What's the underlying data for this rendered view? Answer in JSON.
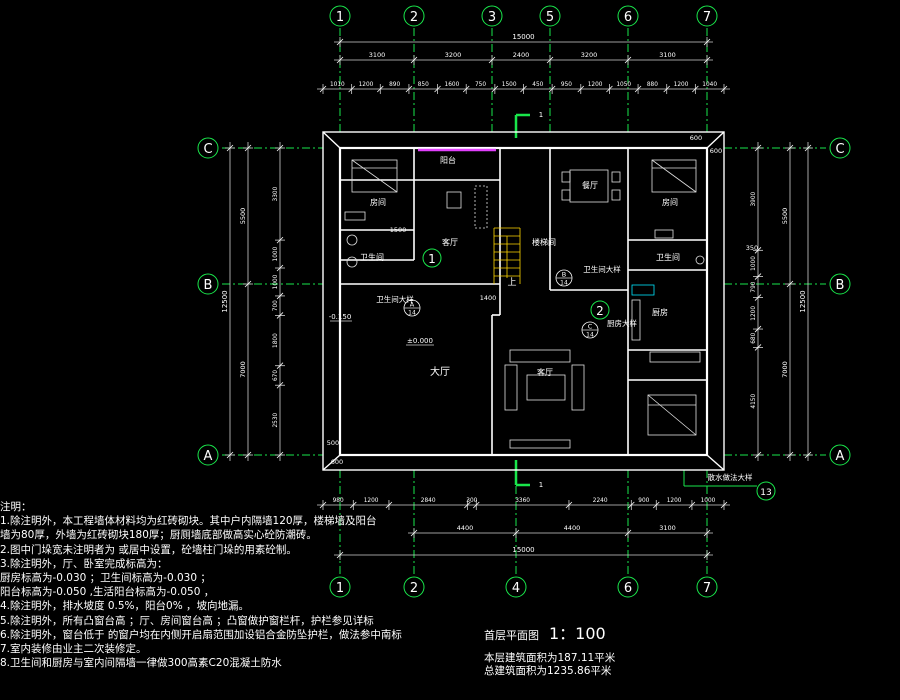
{
  "drawing": {
    "axes_top": [
      "1",
      "2",
      "3",
      "5",
      "6",
      "7"
    ],
    "axes_bottom": [
      "1",
      "2",
      "4",
      "6",
      "7"
    ],
    "axes_left": [
      "C",
      "B",
      "A"
    ],
    "axes_right": [
      "C",
      "B",
      "A"
    ],
    "dims_top_overall": "15000",
    "dims_top_axes": [
      "3100",
      "3200",
      "2400",
      "3200",
      "3100"
    ],
    "dims_top_detail": [
      "1010",
      "1200",
      "890",
      "850",
      "1600",
      "750",
      "1500",
      "450",
      "950",
      "1200",
      "1050",
      "880",
      "1200",
      "1040"
    ],
    "dims_bottom_detail": [
      "980",
      "1200",
      "2840",
      "300",
      "3360",
      "2240",
      "900",
      "1200",
      "1000"
    ],
    "dims_bottom_axes": [
      "4400",
      "4400",
      "3100"
    ],
    "dims_bottom_overall": "15000",
    "dims_left_total": "12500",
    "dims_left_axes": [
      "5500",
      "7000"
    ],
    "dims_left_detail": [
      "3300",
      "1000",
      "1000",
      "700",
      "1800",
      "670",
      "2530"
    ],
    "dims_right_total": "12500",
    "dims_right_axes": [
      "5500",
      "7000"
    ],
    "dims_right_detail": [
      "3900",
      "1000",
      "790",
      "1200",
      "680",
      "4150"
    ],
    "small_dims": [
      "600",
      "600",
      "500",
      "600",
      "1400",
      "1500",
      "350"
    ],
    "levels": [
      "-0.150",
      "±0.000"
    ],
    "section_marks": [
      "1",
      "1"
    ],
    "index_circles": [
      "1",
      "2",
      "13"
    ],
    "detail_refs": [
      {
        "top": "A",
        "bottom": "14"
      },
      {
        "top": "B",
        "bottom": "14"
      },
      {
        "top": "C",
        "bottom": "14"
      }
    ],
    "rooms": {
      "bedroom_left": "房间",
      "balcony": "阳台",
      "living_room": "客厅",
      "stairwell": "楼梯间",
      "dining": "餐厅",
      "bedroom_right": "房间",
      "bath_left": "卫生间",
      "bath_right": "卫生间",
      "shaft_left": "卫生间大样",
      "shaft_right": "卫生间大样",
      "kitchen": "厨房",
      "kitchen_detail": "厨房大样",
      "hall": "大厅",
      "parlor": "客厅",
      "stair_up": "上",
      "drain_detail": "散水做法大样"
    }
  },
  "notes": {
    "title": "注明：",
    "lines": [
      "1.除注明外，本工程墙体材料均为红砖砌块。其中户内隔墙120厚，楼梯墙及阳台",
      "   墙为80厚，外墙为红砖砌块180厚；厨厕墙底部做高实心砼防潮砖。",
      "2.图中门垛宽未注明者为    或居中设置，砼墙柱门垛的用素砼制。",
      "3.除注明外，厅、卧室完成标高为：",
      "   厨房标高为-0.030 ；卫生间标高为-0.030 ；",
      "   阳台标高为-0.050 ,生活阳台标高为-0.050 ，",
      "4.除注明外，排水坡度 0.5%，阳台0%  ，坡向地漏。",
      "5.除注明外，所有凸窗台高  ；厅、房间窗台高  ；凸窗做护窗栏杆，护栏参见详标",
      "6.除注明外，窗台低于   的窗户均在内侧开启扇范围加设铝合金防坠护栏，做法参中南标",
      "7.室内装修由业主二次装修定。",
      "8.卫生间和厨房与室内间隔墙一律做300高素C20混凝土防水"
    ]
  },
  "title_block": {
    "title": "首层平面图",
    "scale": "1：100",
    "area_this_floor": "本层建筑面积为187.11平米",
    "area_total": "总建筑面积为1235.86平米"
  },
  "colors": {
    "background": "#000000",
    "axis_line": "#19e64b",
    "wall": "#ffffff",
    "dimension": "#ffffff",
    "balcony_rail": "#e040fb",
    "callout": "#19e64b",
    "stair": "#ffd700",
    "appliance": "#00e5ff"
  }
}
